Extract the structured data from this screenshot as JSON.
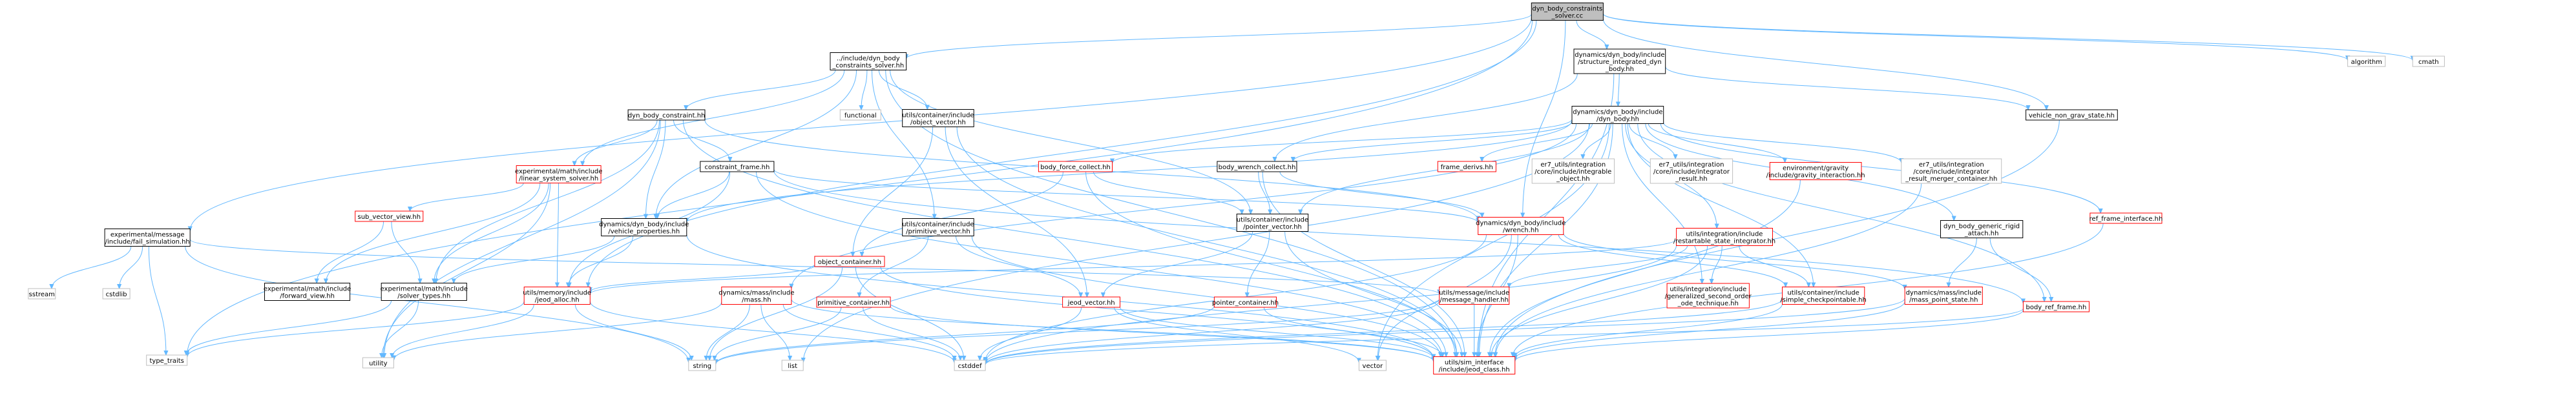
{
  "colors": {
    "edge": "#63b8ff",
    "node_stroke_red": "#ff0000",
    "node_stroke_black": "#000000",
    "node_stroke_grey": "#bfbfbf",
    "root_fill": "#bfbfbf"
  },
  "graph": {
    "nodes": [
      {
        "id": "root",
        "lines": [
          "dyn_body_constraints",
          "_solver.cc"
        ],
        "style": "root"
      },
      {
        "id": "dbcs",
        "lines": [
          "../include/dyn_body",
          "_constraints_solver.hh"
        ],
        "style": "black"
      },
      {
        "id": "sidb",
        "lines": [
          "dynamics/dyn_body/include",
          "/structure_integrated_dyn",
          "_body.hh"
        ],
        "style": "black"
      },
      {
        "id": "algorithm",
        "lines": [
          "algorithm"
        ],
        "style": "grey"
      },
      {
        "id": "cmath",
        "lines": [
          "cmath"
        ],
        "style": "grey"
      },
      {
        "id": "dbconstraint",
        "lines": [
          "dyn_body_constraint.hh"
        ],
        "style": "black"
      },
      {
        "id": "functional",
        "lines": [
          "functional"
        ],
        "style": "grey"
      },
      {
        "id": "objvec",
        "lines": [
          "utils/container/include",
          "/object_vector.hh"
        ],
        "style": "black"
      },
      {
        "id": "dynbody",
        "lines": [
          "dynamics/dyn_body/include",
          "/dyn_body.hh"
        ],
        "style": "black"
      },
      {
        "id": "vngs",
        "lines": [
          "vehicle_non_grav_state.hh"
        ],
        "style": "black"
      },
      {
        "id": "lss",
        "lines": [
          "experimental/math/include",
          "/linear_system_solver.hh"
        ],
        "style": "red"
      },
      {
        "id": "cframe",
        "lines": [
          "constraint_frame.hh"
        ],
        "style": "black"
      },
      {
        "id": "bfc",
        "lines": [
          "body_force_collect.hh"
        ],
        "style": "red"
      },
      {
        "id": "bwc",
        "lines": [
          "body_wrench_collect.hh"
        ],
        "style": "black"
      },
      {
        "id": "fderivs",
        "lines": [
          "frame_derivs.hh"
        ],
        "style": "red"
      },
      {
        "id": "integrable",
        "lines": [
          "er7_utils/integration",
          "/core/include/integrable",
          "_object.hh"
        ],
        "style": "grey"
      },
      {
        "id": "intresult",
        "lines": [
          "er7_utils/integration",
          "/core/include/integrator",
          "_result.hh"
        ],
        "style": "grey"
      },
      {
        "id": "gravity",
        "lines": [
          "environment/gravity",
          "/include/gravity_interaction.hh"
        ],
        "style": "red"
      },
      {
        "id": "irmc",
        "lines": [
          "er7_utils/integration",
          "/core/include/integrator",
          "_result_merger_container.hh"
        ],
        "style": "grey"
      },
      {
        "id": "expmsg",
        "lines": [
          "experimental/message",
          "/include/fail_simulation.hh"
        ],
        "style": "black"
      },
      {
        "id": "subvec",
        "lines": [
          "sub_vector_view.hh"
        ],
        "style": "red"
      },
      {
        "id": "vprops",
        "lines": [
          "dynamics/dyn_body/include",
          "/vehicle_properties.hh"
        ],
        "style": "black"
      },
      {
        "id": "primvec",
        "lines": [
          "utils/container/include",
          "/primitive_vector.hh"
        ],
        "style": "black"
      },
      {
        "id": "ptrvec",
        "lines": [
          "utils/container/include",
          "/pointer_vector.hh"
        ],
        "style": "black"
      },
      {
        "id": "wrench",
        "lines": [
          "dynamics/dyn_body/include",
          "/wrench.hh"
        ],
        "style": "red"
      },
      {
        "id": "rsi",
        "lines": [
          "utils/integration/include",
          "/restartable_state_integrator.hh"
        ],
        "style": "red"
      },
      {
        "id": "dbgra",
        "lines": [
          "dyn_body_generic_rigid",
          "_attach.hh"
        ],
        "style": "black"
      },
      {
        "id": "rfi",
        "lines": [
          "ref_frame_interface.hh"
        ],
        "style": "red"
      },
      {
        "id": "sstream",
        "lines": [
          "sstream"
        ],
        "style": "grey"
      },
      {
        "id": "cstdlib",
        "lines": [
          "cstdlib"
        ],
        "style": "grey"
      },
      {
        "id": "fwdview",
        "lines": [
          "experimental/math/include",
          "/forward_view.hh"
        ],
        "style": "black"
      },
      {
        "id": "soltypes",
        "lines": [
          "experimental/math/include",
          "/solver_types.hh"
        ],
        "style": "black"
      },
      {
        "id": "objcont",
        "lines": [
          "object_container.hh"
        ],
        "style": "red"
      },
      {
        "id": "jalloc",
        "lines": [
          "utils/memory/include",
          "/jeod_alloc.hh"
        ],
        "style": "red"
      },
      {
        "id": "mass",
        "lines": [
          "dynamics/mass/include",
          "/mass.hh"
        ],
        "style": "red"
      },
      {
        "id": "primcont",
        "lines": [
          "primitive_container.hh"
        ],
        "style": "red"
      },
      {
        "id": "jvec",
        "lines": [
          "jeod_vector.hh"
        ],
        "style": "red"
      },
      {
        "id": "ptrcont",
        "lines": [
          "pointer_container.hh"
        ],
        "style": "red"
      },
      {
        "id": "msghandler",
        "lines": [
          "utils/message/include",
          "/message_handler.hh"
        ],
        "style": "red"
      },
      {
        "id": "gsoot",
        "lines": [
          "utils/integration/include",
          "/generalized_second_order",
          "_ode_technique.hh"
        ],
        "style": "red"
      },
      {
        "id": "simplecp",
        "lines": [
          "utils/container/include",
          "/simple_checkpointable.hh"
        ],
        "style": "red"
      },
      {
        "id": "mps",
        "lines": [
          "dynamics/mass/include",
          "/mass_point_state.hh"
        ],
        "style": "red"
      },
      {
        "id": "brf",
        "lines": [
          "body_ref_frame.hh"
        ],
        "style": "red"
      },
      {
        "id": "typetraits",
        "lines": [
          "type_traits"
        ],
        "style": "grey"
      },
      {
        "id": "utility",
        "lines": [
          "utility"
        ],
        "style": "grey"
      },
      {
        "id": "string",
        "lines": [
          "string"
        ],
        "style": "grey"
      },
      {
        "id": "list",
        "lines": [
          "list"
        ],
        "style": "grey"
      },
      {
        "id": "cstddef",
        "lines": [
          "cstddef"
        ],
        "style": "grey"
      },
      {
        "id": "vector",
        "lines": [
          "vector"
        ],
        "style": "grey"
      },
      {
        "id": "jclass",
        "lines": [
          "utils/sim_interface",
          "/include/jeod_class.hh"
        ],
        "style": "red"
      }
    ],
    "edges": [
      [
        "root",
        "dbcs"
      ],
      [
        "root",
        "sidb"
      ],
      [
        "root",
        "algorithm"
      ],
      [
        "root",
        "cmath"
      ],
      [
        "root",
        "expmsg"
      ],
      [
        "root",
        "typetraits"
      ],
      [
        "root",
        "jalloc"
      ],
      [
        "root",
        "wrench"
      ],
      [
        "root",
        "vngs"
      ],
      [
        "dbcs",
        "dbconstraint"
      ],
      [
        "dbcs",
        "functional"
      ],
      [
        "dbcs",
        "objvec"
      ],
      [
        "dbcs",
        "lss"
      ],
      [
        "dbcs",
        "primvec"
      ],
      [
        "dbcs",
        "ptrvec"
      ],
      [
        "dbcs",
        "jclass"
      ],
      [
        "dbcs",
        "vprops"
      ],
      [
        "sidb",
        "dynbody"
      ],
      [
        "sidb",
        "vngs"
      ],
      [
        "sidb",
        "bwc"
      ],
      [
        "sidb",
        "jclass"
      ],
      [
        "dbconstraint",
        "cframe"
      ],
      [
        "dbconstraint",
        "vprops"
      ],
      [
        "dbconstraint",
        "soltypes"
      ],
      [
        "dbconstraint",
        "lss"
      ],
      [
        "dbconstraint",
        "utility"
      ],
      [
        "dbconstraint",
        "wrench"
      ],
      [
        "dbconstraint",
        "jclass"
      ],
      [
        "objvec",
        "objcont"
      ],
      [
        "objvec",
        "jvec"
      ],
      [
        "objvec",
        "jclass"
      ],
      [
        "dynbody",
        "vprops"
      ],
      [
        "dynbody",
        "bfc"
      ],
      [
        "dynbody",
        "bwc"
      ],
      [
        "dynbody",
        "fderivs"
      ],
      [
        "dynbody",
        "integrable"
      ],
      [
        "dynbody",
        "intresult"
      ],
      [
        "dynbody",
        "gravity"
      ],
      [
        "dynbody",
        "irmc"
      ],
      [
        "dynbody",
        "mass"
      ],
      [
        "dynbody",
        "ptrvec"
      ],
      [
        "dynbody",
        "rsi"
      ],
      [
        "dynbody",
        "gsoot"
      ],
      [
        "dynbody",
        "simplecp"
      ],
      [
        "dynbody",
        "dbgra"
      ],
      [
        "dynbody",
        "rfi"
      ],
      [
        "dynbody",
        "brf"
      ],
      [
        "dynbody",
        "list"
      ],
      [
        "dynbody",
        "vector"
      ],
      [
        "dynbody",
        "jclass"
      ],
      [
        "vngs",
        "jclass"
      ],
      [
        "lss",
        "subvec"
      ],
      [
        "lss",
        "soltypes"
      ],
      [
        "lss",
        "jalloc"
      ],
      [
        "lss",
        "fwdview"
      ],
      [
        "lss",
        "utility"
      ],
      [
        "cframe",
        "vprops"
      ],
      [
        "cframe",
        "jalloc"
      ],
      [
        "cframe",
        "wrench"
      ],
      [
        "cframe",
        "jclass"
      ],
      [
        "cframe",
        "brf"
      ],
      [
        "bfc",
        "objcont"
      ],
      [
        "bfc",
        "ptrvec"
      ],
      [
        "bfc",
        "jclass"
      ],
      [
        "bwc",
        "ptrvec"
      ],
      [
        "bwc",
        "wrench"
      ],
      [
        "bwc",
        "jclass"
      ],
      [
        "gravity",
        "jclass"
      ],
      [
        "irmc",
        "jclass"
      ],
      [
        "expmsg",
        "sstream"
      ],
      [
        "expmsg",
        "cstdlib"
      ],
      [
        "expmsg",
        "msghandler"
      ],
      [
        "expmsg",
        "string"
      ],
      [
        "expmsg",
        "typetraits"
      ],
      [
        "subvec",
        "fwdview"
      ],
      [
        "subvec",
        "soltypes"
      ],
      [
        "vprops",
        "jalloc"
      ],
      [
        "vprops",
        "soltypes"
      ],
      [
        "vprops",
        "jclass"
      ],
      [
        "primvec",
        "primcont"
      ],
      [
        "primvec",
        "jvec"
      ],
      [
        "primvec",
        "jclass"
      ],
      [
        "ptrvec",
        "ptrcont"
      ],
      [
        "ptrvec",
        "jvec"
      ],
      [
        "ptrvec",
        "jclass"
      ],
      [
        "wrench",
        "jclass"
      ],
      [
        "wrench",
        "vector"
      ],
      [
        "wrench",
        "cstddef"
      ],
      [
        "wrench",
        "simplecp"
      ],
      [
        "wrench",
        "mps"
      ],
      [
        "rsi",
        "gsoot"
      ],
      [
        "rsi",
        "msghandler"
      ],
      [
        "rsi",
        "jalloc"
      ],
      [
        "rsi",
        "simplecp"
      ],
      [
        "rsi",
        "jclass"
      ],
      [
        "rsi",
        "cstddef"
      ],
      [
        "dbgra",
        "mps"
      ],
      [
        "dbgra",
        "brf"
      ],
      [
        "rfi",
        "jclass"
      ],
      [
        "soltypes",
        "utility"
      ],
      [
        "soltypes",
        "typetraits"
      ],
      [
        "objcont",
        "jalloc"
      ],
      [
        "objcont",
        "cstddef"
      ],
      [
        "objcont",
        "string"
      ],
      [
        "objcont",
        "jclass"
      ],
      [
        "mass",
        "utility"
      ],
      [
        "mass",
        "string"
      ],
      [
        "mass",
        "list"
      ],
      [
        "mass",
        "cstddef"
      ],
      [
        "mass",
        "jclass"
      ],
      [
        "primcont",
        "string"
      ],
      [
        "primcont",
        "cstddef"
      ],
      [
        "primcont",
        "jclass"
      ],
      [
        "jvec",
        "vector"
      ],
      [
        "jvec",
        "cstddef"
      ],
      [
        "jvec",
        "jclass"
      ],
      [
        "ptrcont",
        "string"
      ],
      [
        "ptrcont",
        "jclass"
      ],
      [
        "msghandler",
        "string"
      ],
      [
        "msghandler",
        "cstddef"
      ],
      [
        "msghandler",
        "jclass"
      ],
      [
        "simplecp",
        "cstddef"
      ],
      [
        "simplecp",
        "jclass"
      ],
      [
        "mps",
        "cstddef"
      ],
      [
        "mps",
        "jclass"
      ],
      [
        "brf",
        "cstddef"
      ],
      [
        "brf",
        "jclass"
      ],
      [
        "jalloc",
        "utility"
      ],
      [
        "jalloc",
        "string"
      ],
      [
        "jalloc",
        "cstddef"
      ],
      [
        "jalloc",
        "typetraits"
      ]
    ]
  }
}
